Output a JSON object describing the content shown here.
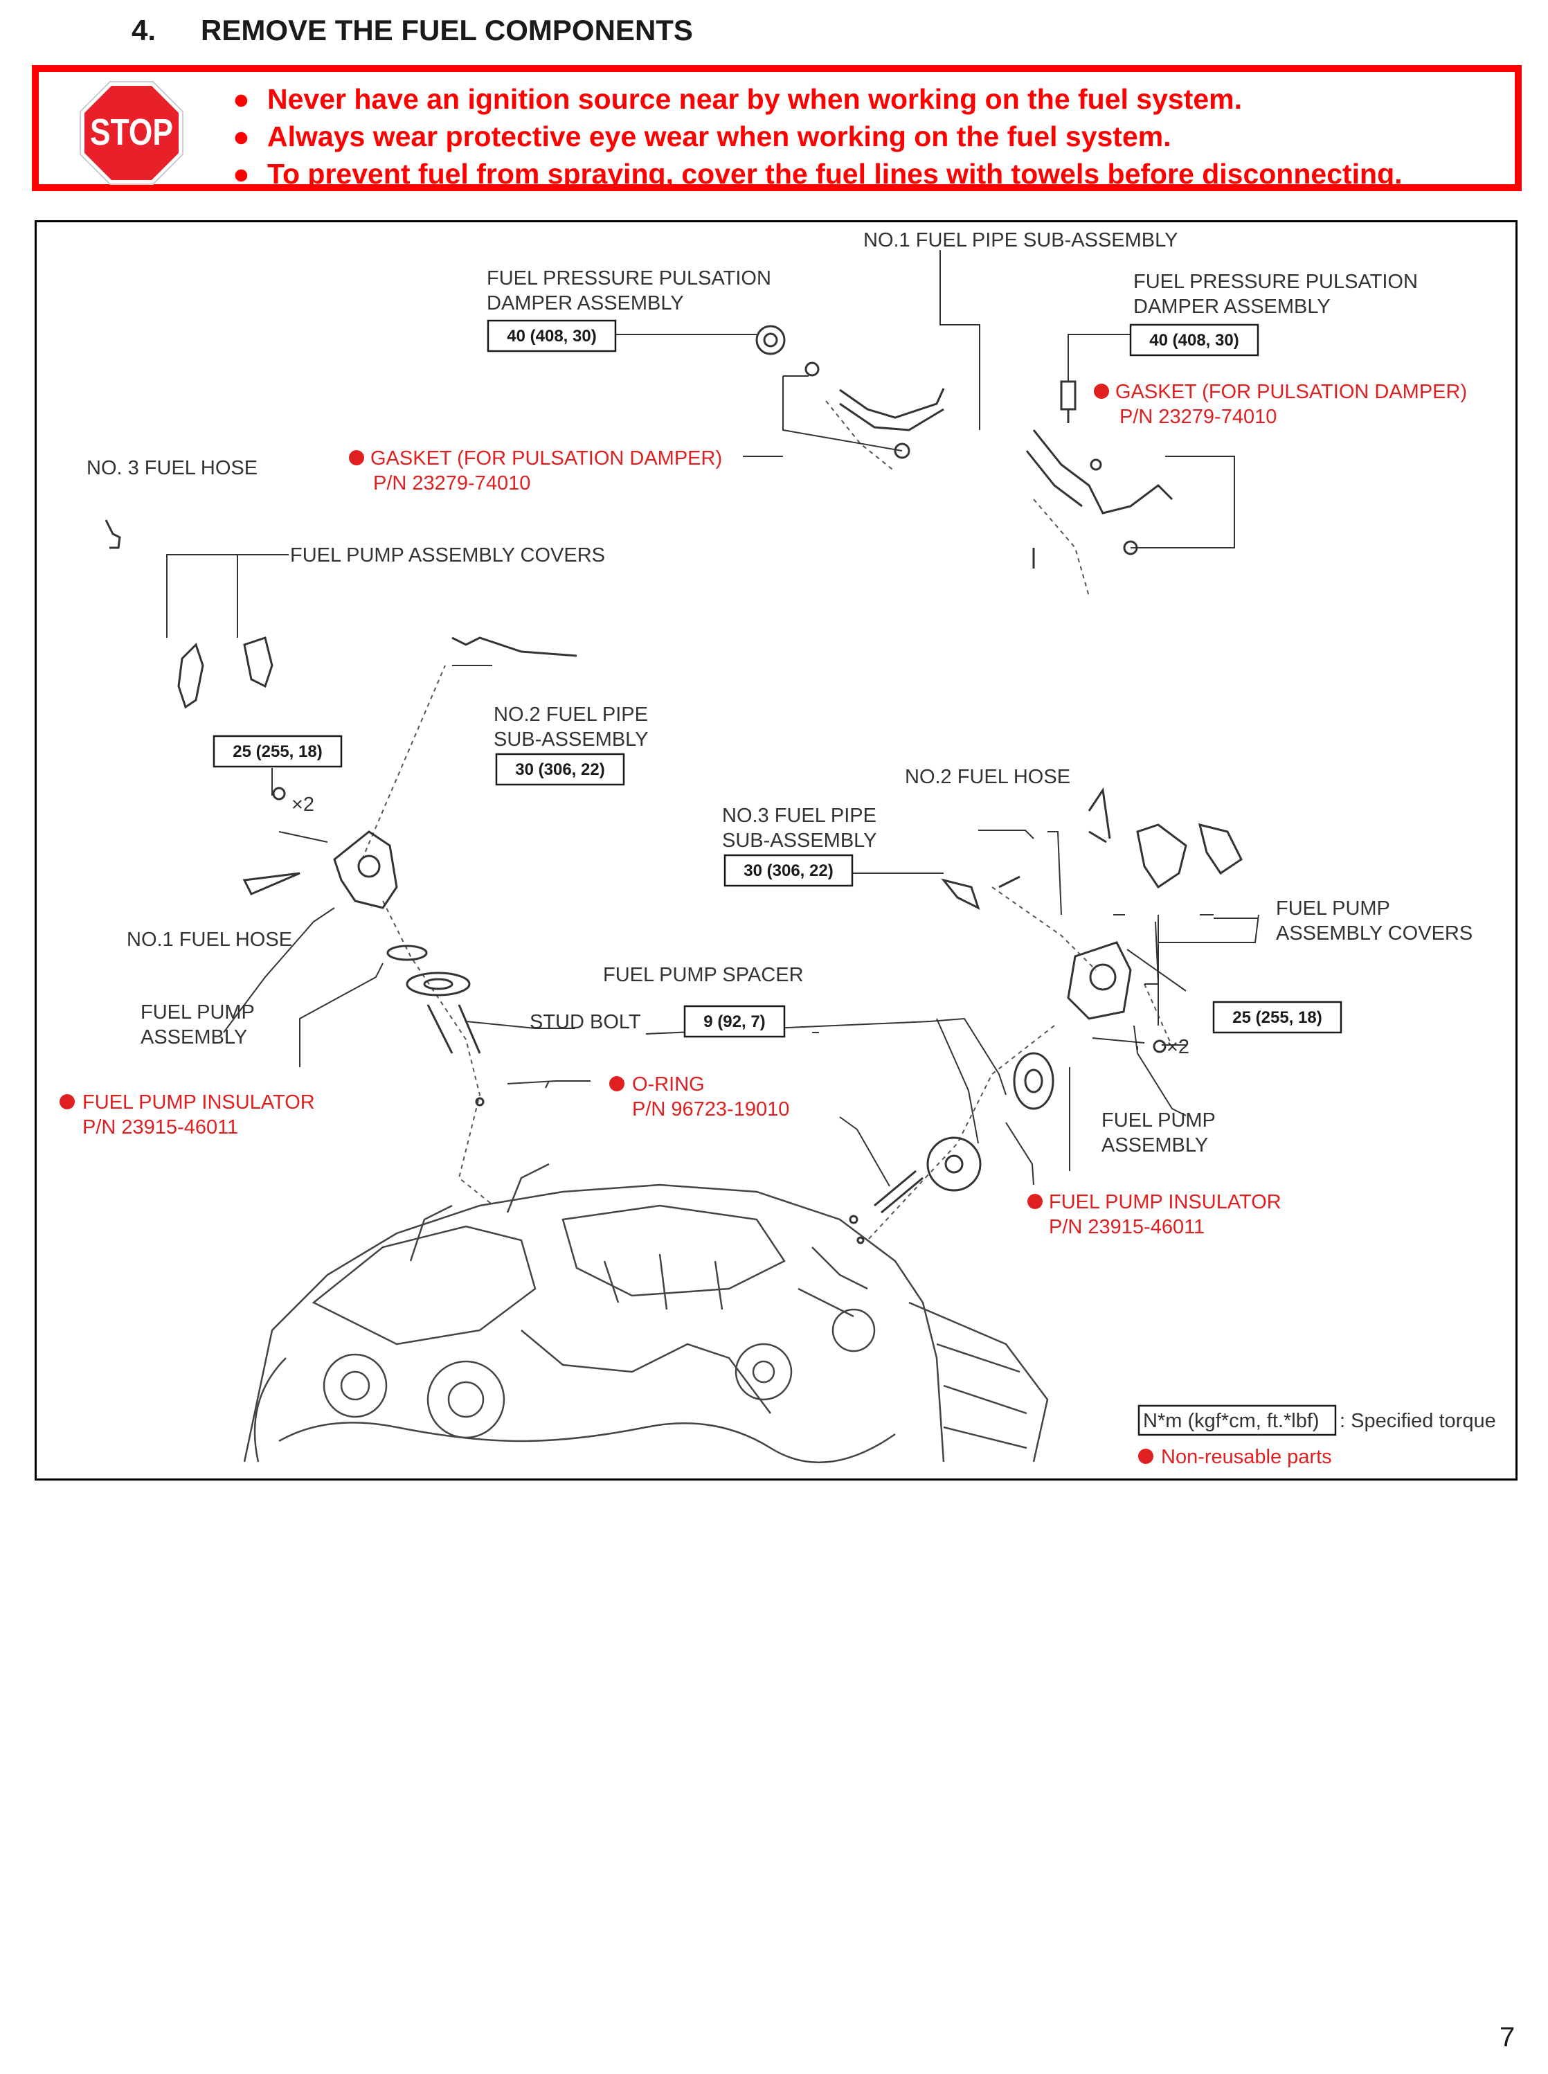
{
  "heading": {
    "number": "4.",
    "title": "REMOVE THE FUEL COMPONENTS"
  },
  "warning": {
    "stop_text": "STOP",
    "items": [
      "Never have an ignition source near by when working on the fuel system.",
      "Always wear protective eye wear when working on the fuel system.",
      "To prevent fuel from spraying, cover the fuel lines with towels before disconnecting."
    ],
    "color": "#ff0000"
  },
  "diagram": {
    "no1_fuel_pipe": "NO.1 FUEL PIPE SUB-ASSEMBLY",
    "damper_left": {
      "line1": "FUEL PRESSURE PULSATION",
      "line2": "DAMPER ASSEMBLY",
      "torque": "40 (408, 30)"
    },
    "damper_right": {
      "line1": "FUEL PRESSURE PULSATION",
      "line2": "DAMPER ASSEMBLY",
      "torque": "40 (408, 30)"
    },
    "gasket_right": {
      "name": "GASKET (FOR PULSATION DAMPER)",
      "pn": "P/N 23279-74010"
    },
    "gasket_left": {
      "name": "GASKET (FOR PULSATION DAMPER)",
      "pn": "P/N 23279-74010"
    },
    "no3_fuel_hose": "NO. 3 FUEL HOSE",
    "covers_top": "FUEL PUMP ASSEMBLY COVERS",
    "no2_fuel_pipe": {
      "line1": "NO.2 FUEL PIPE",
      "line2": "SUB-ASSEMBLY",
      "torque": "30 (306, 22)"
    },
    "bolt_left": {
      "torque": "25 (255, 18)",
      "qty": "×2"
    },
    "no2_fuel_hose": "NO.2 FUEL HOSE",
    "no3_fuel_pipe": {
      "line1": "NO.3 FUEL PIPE",
      "line2": "SUB-ASSEMBLY",
      "torque": "30 (306, 22)"
    },
    "covers_right": {
      "line1": "FUEL PUMP",
      "line2": "ASSEMBLY COVERS"
    },
    "no1_fuel_hose": "NO.1 FUEL HOSE",
    "fuel_pump_spacer": "FUEL PUMP SPACER",
    "pump_left": {
      "line1": "FUEL PUMP",
      "line2": "ASSEMBLY"
    },
    "stud_bolt": {
      "name": "STUD BOLT",
      "torque": "9 (92, 7)"
    },
    "bolt_right": {
      "torque": "25 (255, 18)",
      "qty": "×2"
    },
    "insulator_left": {
      "name": "FUEL PUMP INSULATOR",
      "pn": "P/N 23915-46011"
    },
    "o_ring": {
      "name": "O-RING",
      "pn": "P/N 96723-19010"
    },
    "pump_right": {
      "line1": "FUEL PUMP",
      "line2": "ASSEMBLY"
    },
    "insulator_right": {
      "name": "FUEL PUMP INSULATOR",
      "pn": "P/N 23915-46011"
    },
    "legend": {
      "torque_unit": "N*m (kgf*cm, ft.*lbf)",
      "torque_desc": ": Specified torque",
      "nonreusable": "Non-reusable parts"
    }
  },
  "page_number": "7"
}
